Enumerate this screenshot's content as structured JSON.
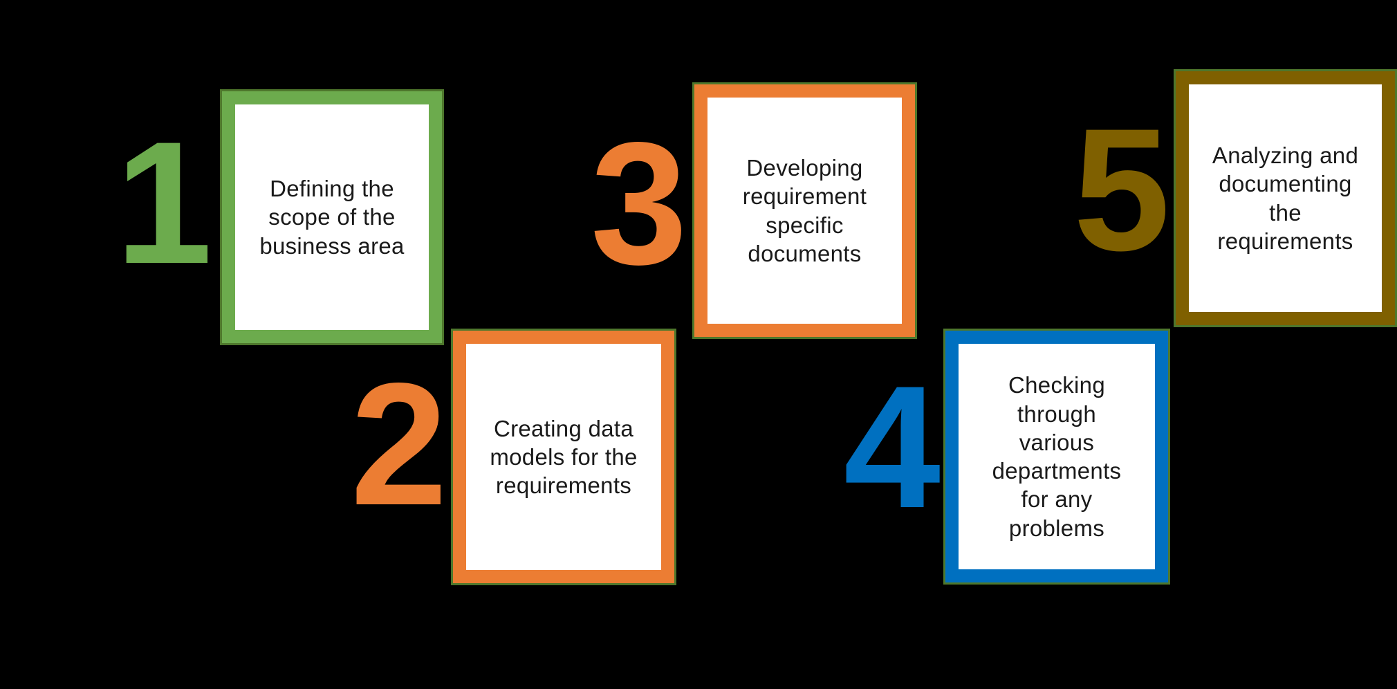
{
  "background_color": "#000000",
  "frame_outline_color": "#4E772C",
  "text_color": "#1a1a1a",
  "card_fill_color": "#ffffff",
  "steps": [
    {
      "number": "1",
      "text": "Defining the\nscope of the\nbusiness area",
      "color": "#6CAB4D"
    },
    {
      "number": "2",
      "text": "Creating data\nmodels for the\nrequirements",
      "color": "#EC7D33"
    },
    {
      "number": "3",
      "text": "Developing\nrequirement\nspecific\ndocuments",
      "color": "#EC7D33"
    },
    {
      "number": "4",
      "text": "Checking\nthrough\nvarious\ndepartments\nfor any\nproblems",
      "color": "#0070C0"
    },
    {
      "number": "5",
      "text": "Analyzing and\ndocumenting\nthe\nrequirements",
      "color": "#7F6000"
    }
  ]
}
